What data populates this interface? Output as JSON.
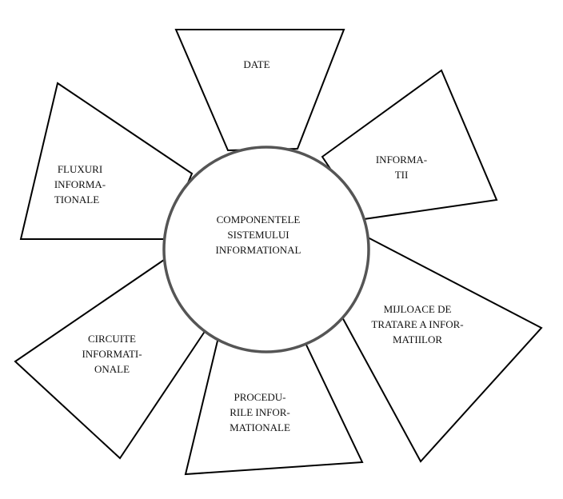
{
  "center": {
    "lines": [
      "COMPONENTELE",
      "SISTEMULUI",
      "INFORMATIONAL"
    ]
  },
  "components": [
    {
      "id": "date",
      "lines": [
        "DATE"
      ]
    },
    {
      "id": "informatii",
      "lines": [
        "INFORMA-",
        "TII"
      ]
    },
    {
      "id": "mijloace",
      "lines": [
        "MIJLOACE DE",
        "TRATARE A INFOR-",
        "MATIILOR"
      ]
    },
    {
      "id": "procedurile",
      "lines": [
        "PROCEDU-",
        "RILE INFOR-",
        "MATIONALE"
      ]
    },
    {
      "id": "circuite",
      "lines": [
        "CIRCUITE",
        "INFORMATI-",
        "ONALE"
      ]
    },
    {
      "id": "fluxuri",
      "lines": [
        "FLUXURI",
        "INFORMA-",
        "TIONALE"
      ]
    }
  ],
  "colors": {
    "stroke": "#000000",
    "circle": "#555555"
  }
}
